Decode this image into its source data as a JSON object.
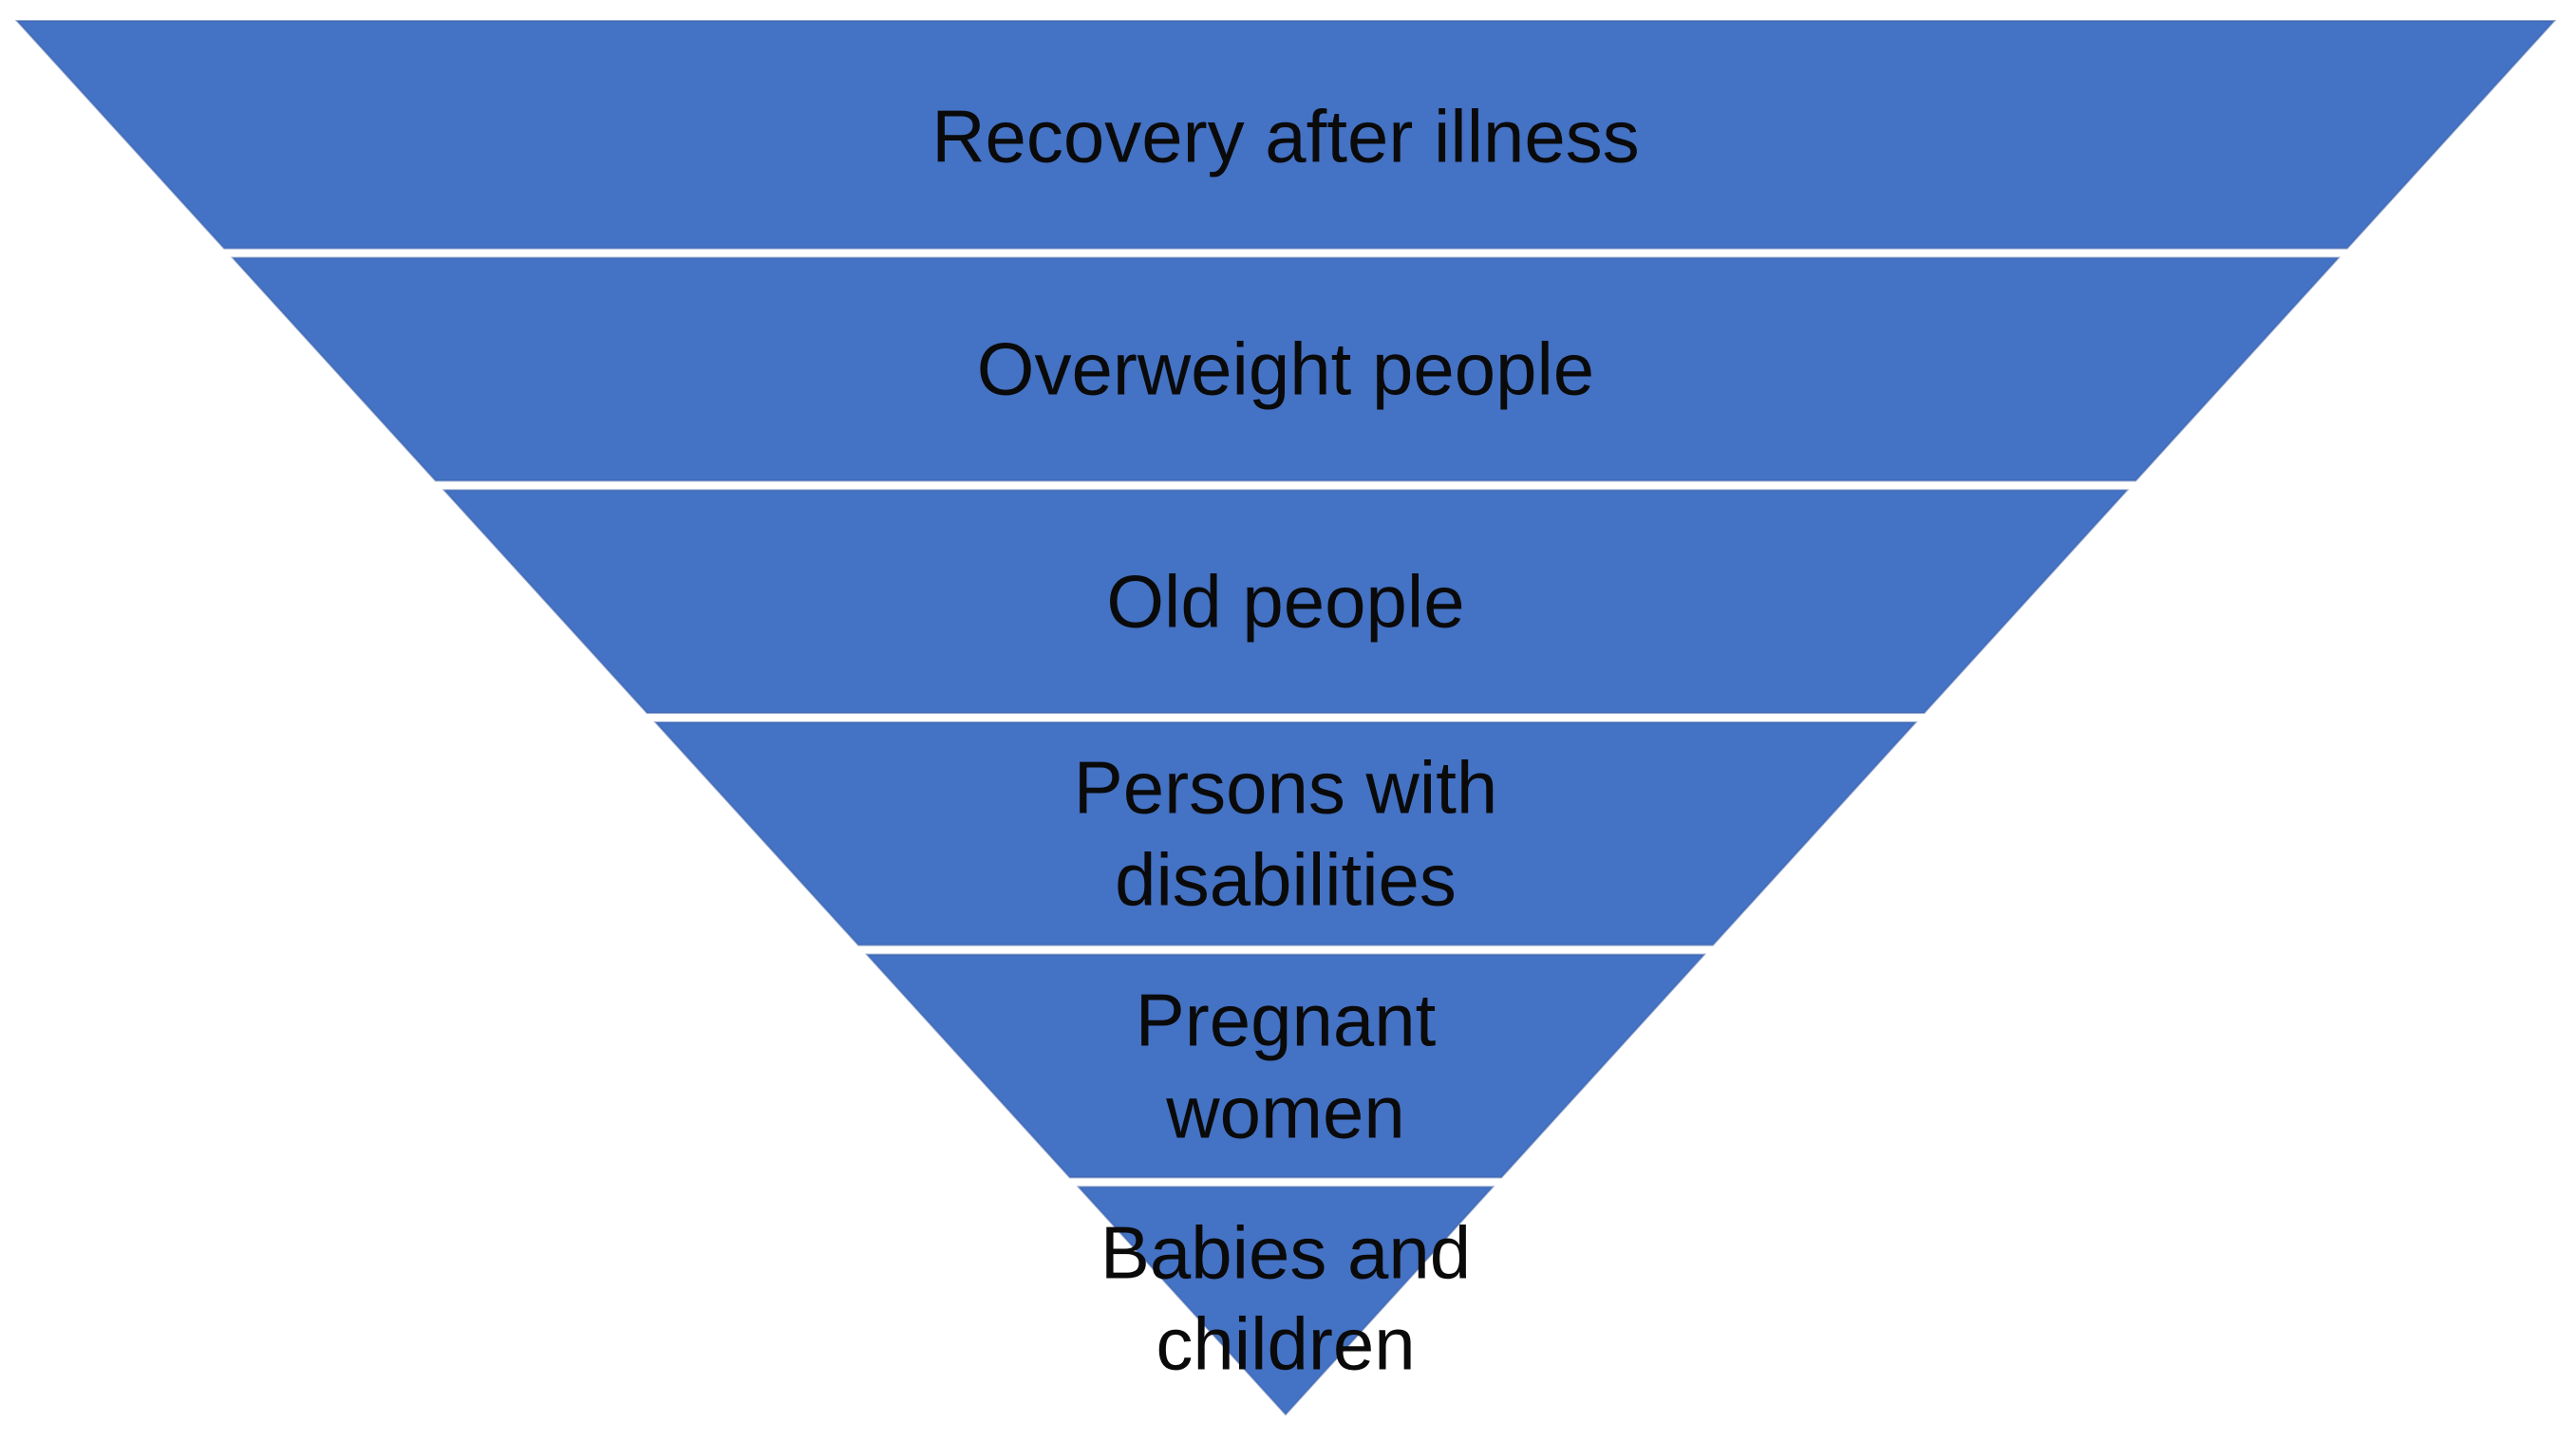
{
  "diagram": {
    "type": "inverted_pyramid_funnel",
    "description": "Inverted pyramid of six stacked population groups, widest at top narrowing to a point at the bottom",
    "background_color": "#ffffff",
    "band_fill": "#4472c4",
    "band_edge": "#3a5fa8",
    "separator_color": "#ffffff",
    "label_color": "#0a0a0a",
    "levels": [
      {
        "label": "Recovery after illness"
      },
      {
        "label": "Overweight people"
      },
      {
        "label": "Old people"
      },
      {
        "label": "Persons with\ndisabilities"
      },
      {
        "label": "Pregnant\nwomen"
      },
      {
        "label": "Babies and\nchildren"
      }
    ]
  }
}
